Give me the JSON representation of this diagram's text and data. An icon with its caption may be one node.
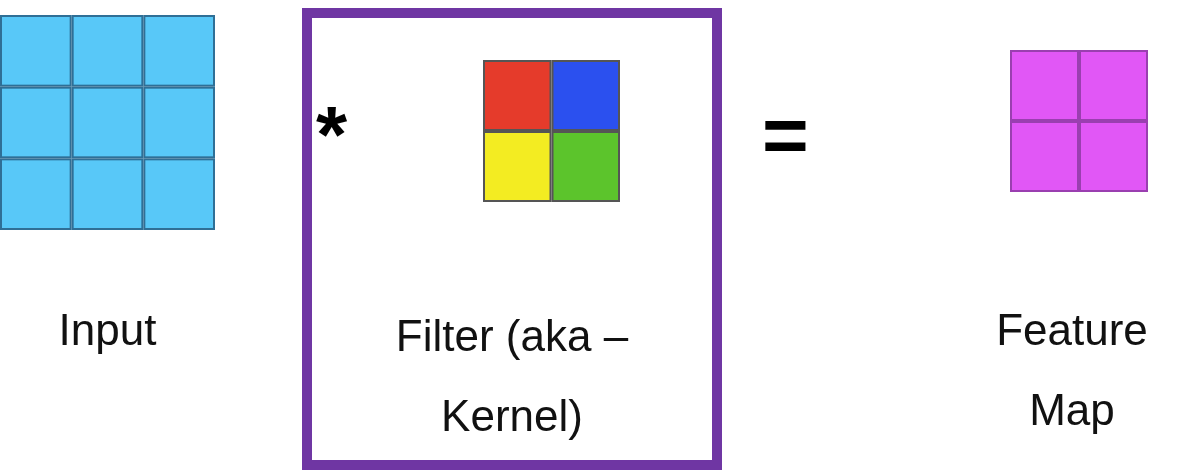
{
  "diagram": {
    "nodes": [
      {
        "text": [
          "Input"
        ]
      },
      {
        "text": [
          "Filter (aka – Kernel)"
        ]
      },
      {
        "text": [],
        "shape": "grid",
        "in": 1
      },
      {
        "text": [
          "Feature Map"
        ]
      }
    ],
    "edges": [],
    "labels": [
      "*",
      "="
    ]
  }
}
